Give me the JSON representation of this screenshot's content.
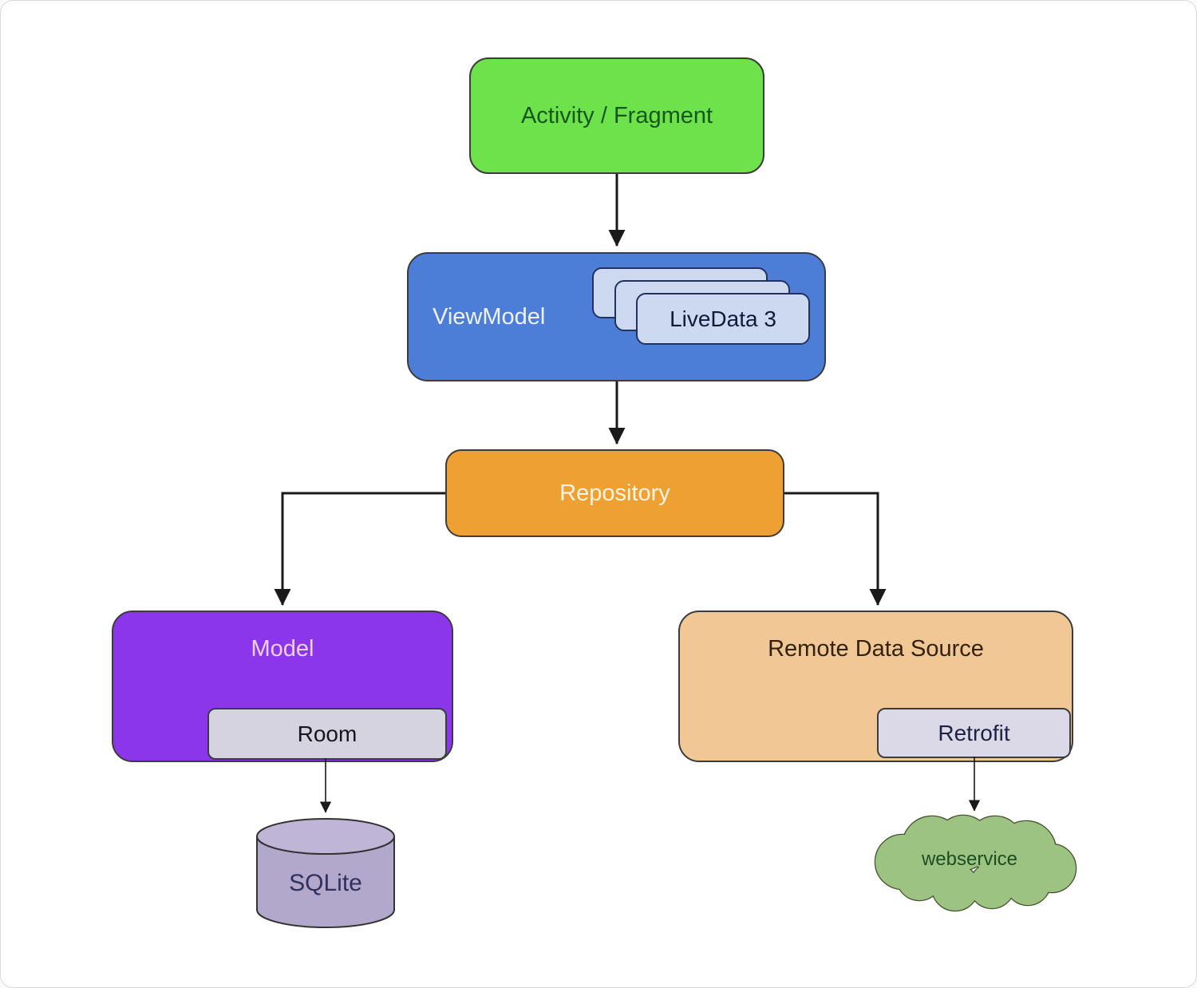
{
  "diagram": {
    "type": "architecture-flowchart",
    "nodes": {
      "activity": {
        "label": "Activity / Fragment",
        "fill": "#6ee24a",
        "text_color": "#15571c"
      },
      "viewmodel": {
        "label": "ViewModel",
        "fill": "#4c7ed8",
        "text_color": "#eef2fd"
      },
      "livedata": {
        "label": "LiveData 3",
        "fill": "#ccd9f1",
        "text_color": "#101c38",
        "stacked_cards": 3
      },
      "repository": {
        "label": "Repository",
        "fill": "#efa033",
        "text_color": "#fbf4e4"
      },
      "model": {
        "label": "Model",
        "fill": "#8b36ea",
        "text_color": "#edd0f5"
      },
      "room": {
        "label": "Room",
        "fill": "#d6d3e0",
        "text_color": "#17171f"
      },
      "remote": {
        "label": "Remote Data Source",
        "fill": "#f0c795",
        "text_color": "#33230e"
      },
      "retrofit": {
        "label": "Retrofit",
        "fill": "#dbd8e8",
        "text_color": "#1e2144"
      },
      "sqlite": {
        "label": "SQLite",
        "shape": "cylinder",
        "fill": "#b2a8cb",
        "text_color": "#31315e"
      },
      "webservice": {
        "label": "webservice",
        "shape": "cloud",
        "fill": "#9cc381",
        "text_color": "#1d4d22"
      }
    },
    "edges": [
      {
        "from": "activity",
        "to": "viewmodel"
      },
      {
        "from": "viewmodel",
        "to": "repository"
      },
      {
        "from": "repository",
        "to": "model"
      },
      {
        "from": "repository",
        "to": "remote"
      },
      {
        "from": "room",
        "to": "sqlite"
      },
      {
        "from": "retrofit",
        "to": "webservice"
      }
    ],
    "edge_color": "#1a1a1a"
  }
}
